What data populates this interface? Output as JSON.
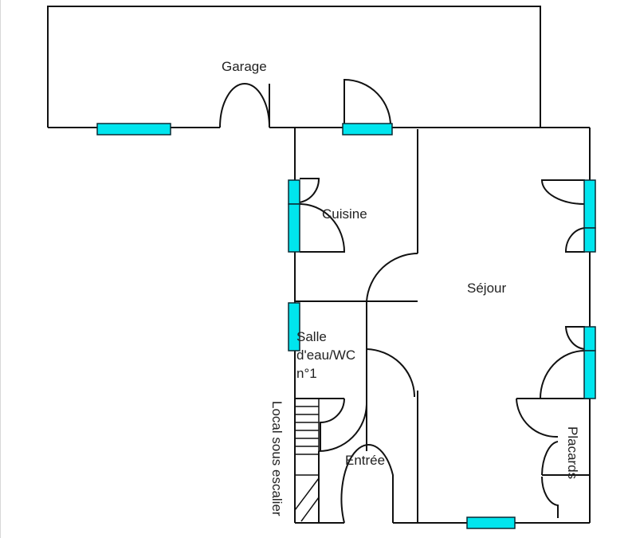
{
  "rooms": {
    "garage": "Garage",
    "cuisine": "Cuisine",
    "sejour": "Séjour",
    "salle_line1": "Salle",
    "salle_line2": "d'eau/WC",
    "salle_line3": "n°1",
    "entree": "Entrée",
    "placards": "Placards",
    "local": "Local sous escalier"
  },
  "colors": {
    "wall": "#111111",
    "window": "#00e5ee"
  }
}
